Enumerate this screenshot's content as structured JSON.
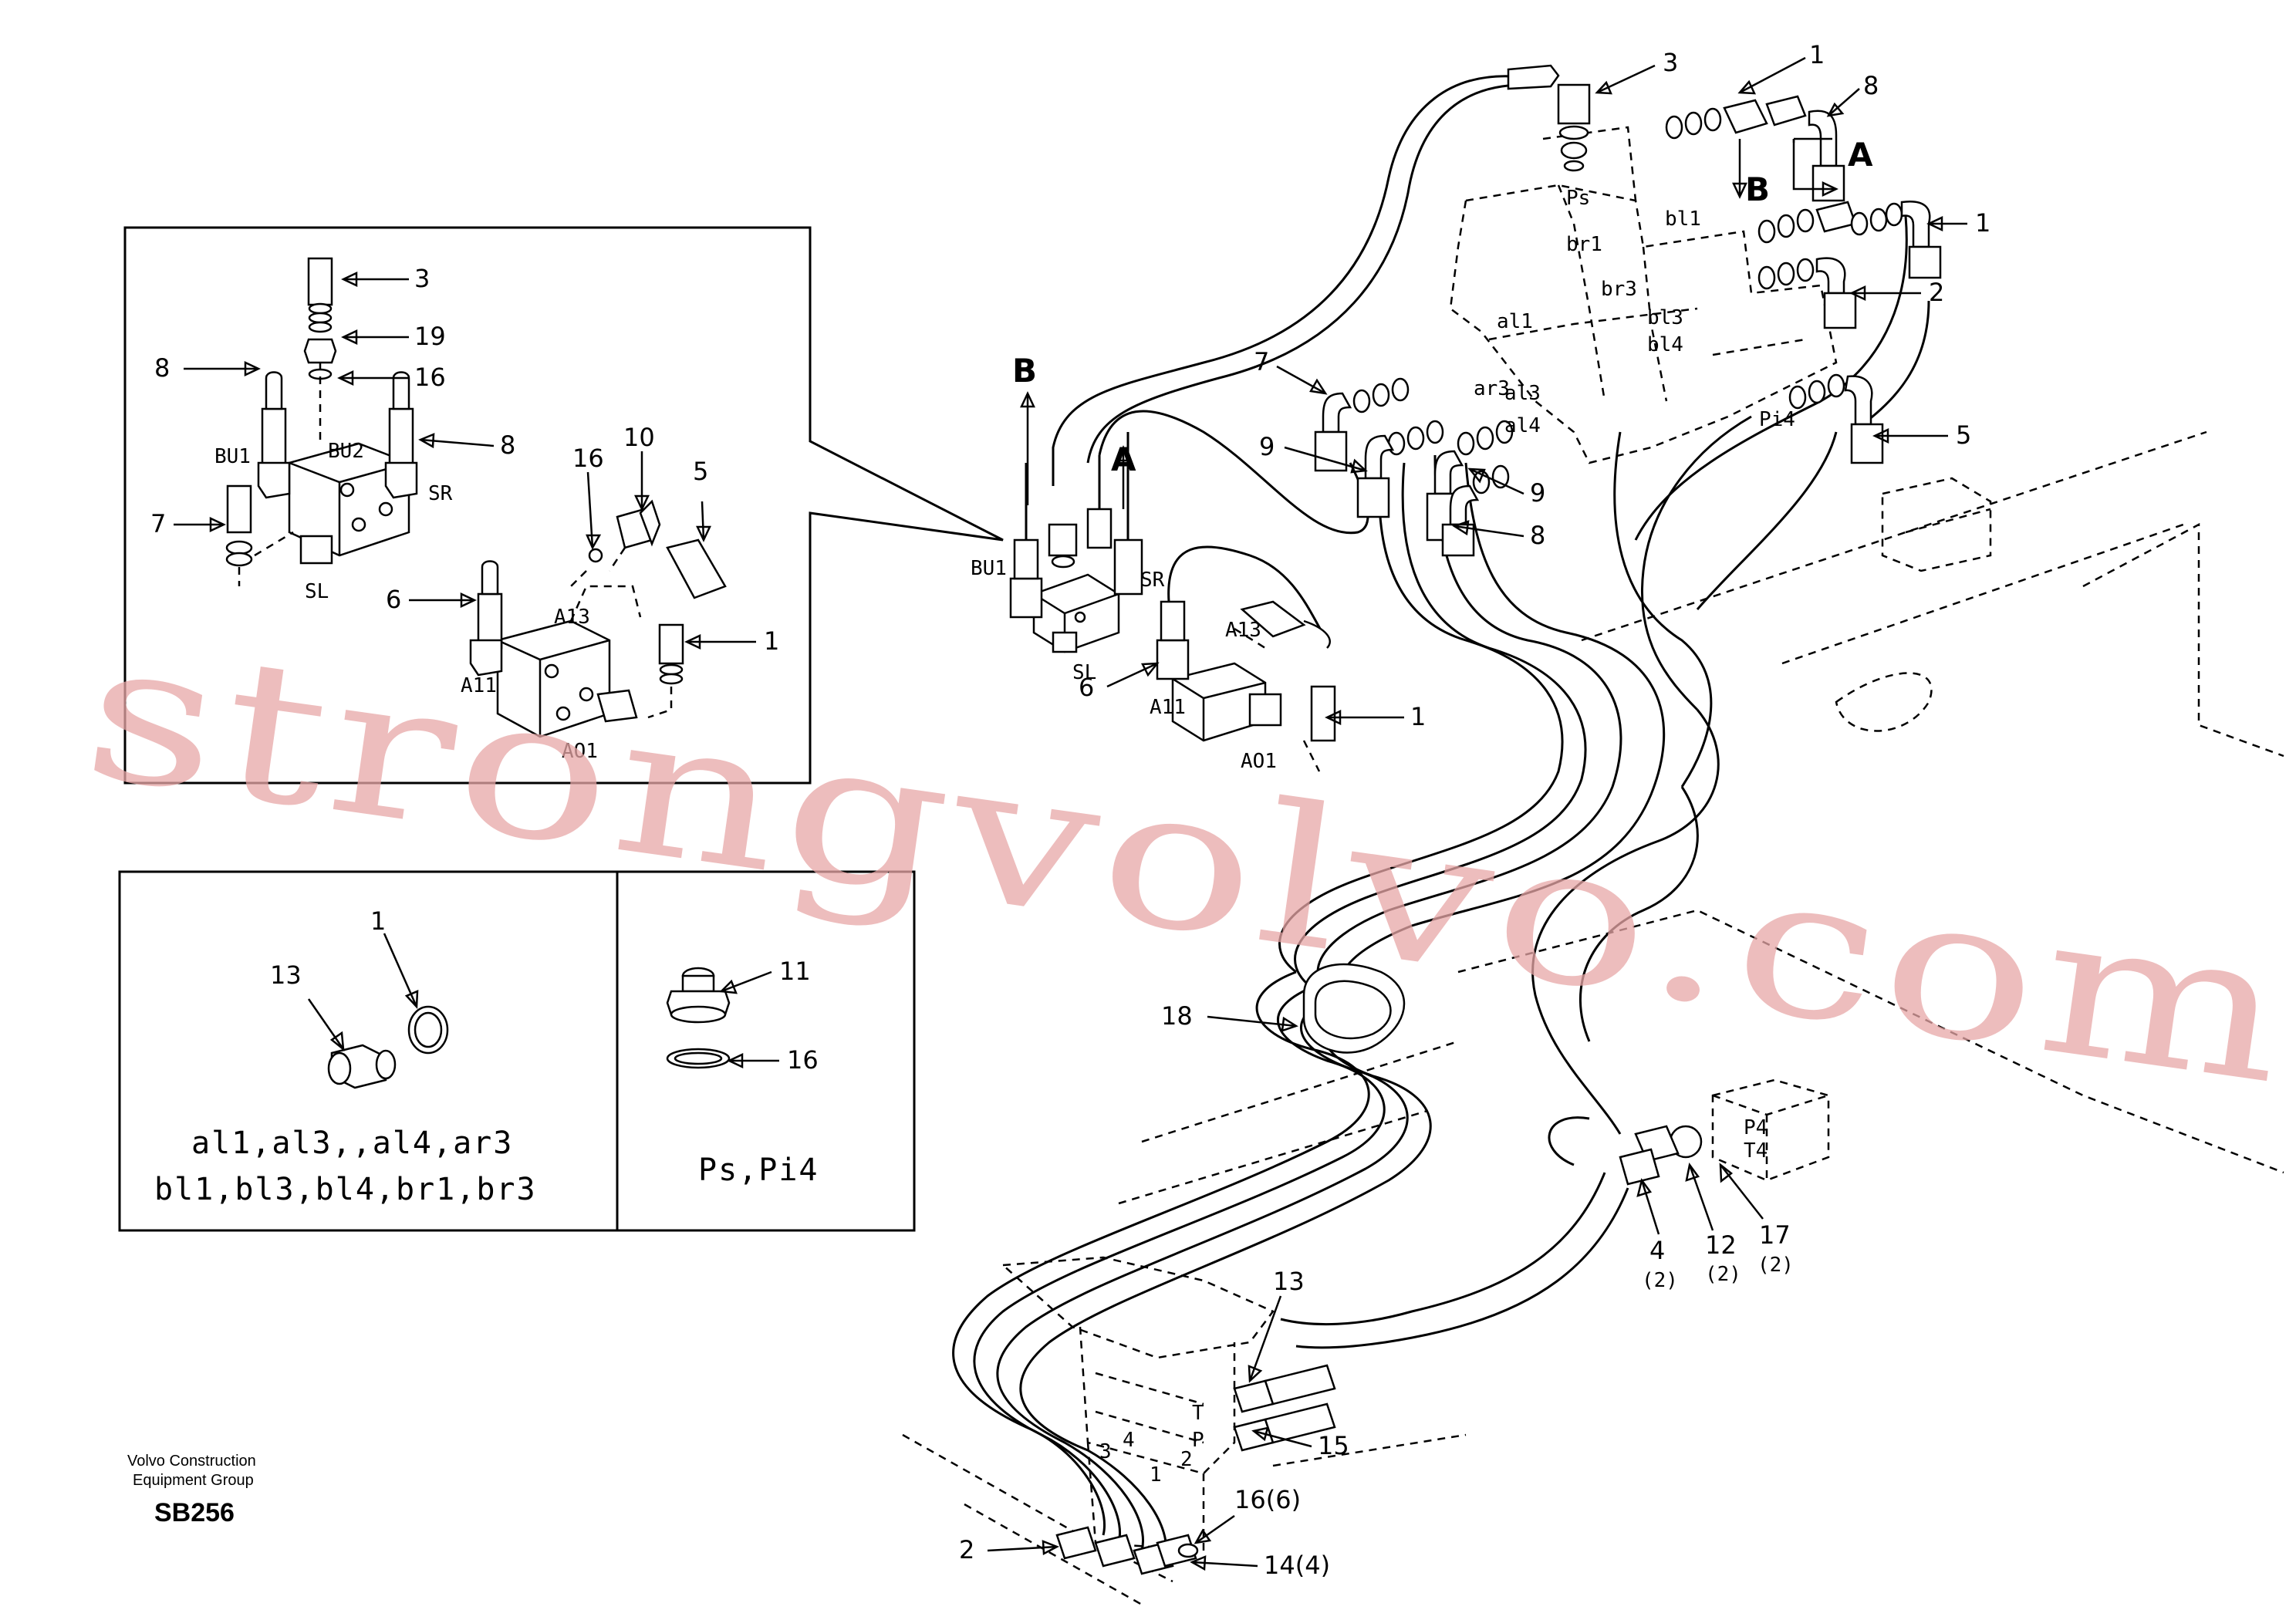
{
  "inset": {
    "callouts": {
      "c3": "3",
      "c19": "19",
      "c16a": "16",
      "c8a": "8",
      "c8b": "8",
      "c7": "7",
      "c16b": "16",
      "c10": "10",
      "c5": "5",
      "c6": "6",
      "c1": "1"
    },
    "ports": {
      "bu1": "BU1",
      "bu2": "BU2",
      "sr": "SR",
      "sl": "SL",
      "a13": "A13",
      "a11": "A11",
      "ao1": "AO1"
    }
  },
  "main": {
    "callouts": {
      "c3": "3",
      "c1a": "1",
      "c8": "8",
      "c1b": "1",
      "c2": "2",
      "c5": "5",
      "c7": "7",
      "c9a": "9",
      "c9b": "9",
      "c8b": "8",
      "c6": "6",
      "c1c": "1",
      "c18": "18",
      "c4": "4",
      "c4q": "(2)",
      "c12": "12",
      "c12q": "(2)",
      "c17": "17",
      "c17q": "(2)",
      "c13": "13",
      "c15": "15",
      "c16": "16(6)",
      "c14": "14(4)",
      "c2b": "2"
    },
    "arrows": {
      "a1": "A",
      "b1": "B",
      "a2": "A",
      "b2": "B"
    },
    "ports": {
      "ps": "Ps",
      "br1": "br1",
      "bl1": "bl1",
      "br3": "br3",
      "bl3": "bl3",
      "bl4": "bl4",
      "al1": "al1",
      "ar3": "ar3",
      "al3": "al3",
      "al4": "al4",
      "pi4": "Pi4",
      "bu1": "BU1",
      "sr": "SR",
      "sl": "SL",
      "a13": "A13",
      "a11": "A11",
      "ao1": "AO1",
      "p4": "P4",
      "t4": "T4",
      "t": "T",
      "p": "P",
      "n3": "3",
      "n4": "4",
      "n1": "1",
      "n2": "2"
    }
  },
  "table": {
    "left": {
      "c1": "1",
      "c13": "13",
      "line1": "al1,al3,,al4,ar3",
      "line2": "bl1,bl3,bl4,br1,br3"
    },
    "right": {
      "c11": "11",
      "c16": "16",
      "line1": "Ps,Pi4"
    }
  },
  "footer": {
    "line1": "Volvo Construction",
    "line2": "Equipment Group",
    "code": "SB256"
  },
  "watermark": "strongvolvo.com"
}
